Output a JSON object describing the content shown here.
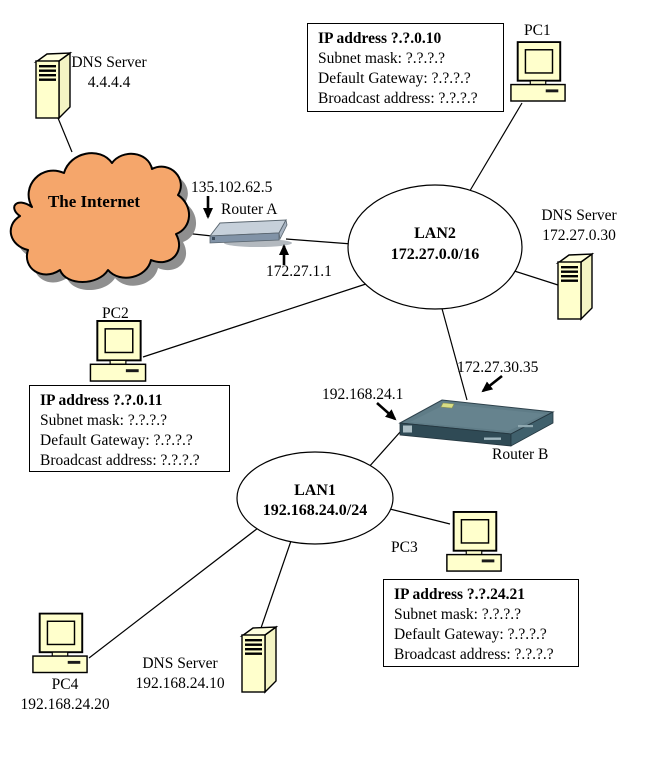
{
  "internet": {
    "label": "The Internet"
  },
  "router_a": {
    "name": "Router A",
    "wan_ip": "135.102.62.5",
    "lan_ip": "172.27.1.1"
  },
  "router_b": {
    "name": "Router B",
    "lan2_interface_ip": "172.27.30.35",
    "lan1_interface_ip": "192.168.24.1"
  },
  "lan2": {
    "name": "LAN2",
    "subnet": "172.27.0.0/16"
  },
  "lan1": {
    "name": "LAN1",
    "subnet": "192.168.24.0/24"
  },
  "dns_internet": {
    "name": "DNS Server",
    "ip": "4.4.4.4"
  },
  "dns_lan2": {
    "name": "DNS Server",
    "ip": "172.27.0.30"
  },
  "dns_lan1": {
    "name": "DNS Server",
    "ip": "192.168.24.10"
  },
  "pc1": {
    "name": "PC1",
    "ipbox": {
      "title": "IP address ?.?.0.10",
      "lines": [
        "Subnet mask: ?.?.?.?",
        "Default Gateway: ?.?.?.?",
        "Broadcast address: ?.?.?.?"
      ]
    }
  },
  "pc2": {
    "name": "PC2",
    "ipbox": {
      "title": "IP address ?.?.0.11",
      "lines": [
        "Subnet mask: ?.?.?.?",
        "Default Gateway: ?.?.?.?",
        "Broadcast address: ?.?.?.?"
      ]
    }
  },
  "pc3": {
    "name": "PC3",
    "ipbox": {
      "title": "IP address ?.?.24.21",
      "lines": [
        "Subnet mask: ?.?.?.?",
        "Default Gateway: ?.?.?.?",
        "Broadcast address: ?.?.?.?"
      ]
    }
  },
  "pc4": {
    "name": "PC4",
    "ip": "192.168.24.20"
  },
  "colors": {
    "cloud_fill": "#F5A66B",
    "cloud_shadow": "#8F8F8F",
    "device_fill": "#FFFFCC",
    "router_a_top": "#C6D0DA",
    "router_a_front": "#8193A7",
    "router_b_top": "#5F7C87",
    "router_b_front": "#2F4A55",
    "line": "#000000"
  }
}
